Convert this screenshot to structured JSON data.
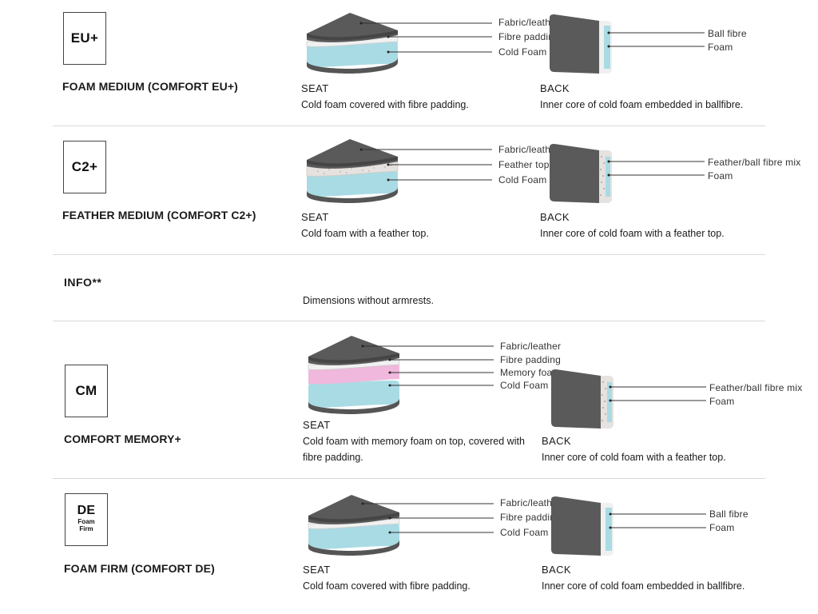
{
  "rows": [
    {
      "badge": {
        "code": "EU+",
        "sub": ""
      },
      "title": "FOAM MEDIUM (COMFORT EU+)",
      "seat": {
        "label": "SEAT",
        "desc": "Cold foam covered with fibre padding.",
        "callouts": [
          "Fabric/leather",
          "Fibre padding",
          "Cold Foam"
        ]
      },
      "back": {
        "label": "BACK",
        "desc": "Inner core of cold foam embedded in ballfibre.",
        "callouts": [
          "Ball fibre",
          "Foam"
        ]
      }
    },
    {
      "badge": {
        "code": "C2+",
        "sub": ""
      },
      "title": "FEATHER MEDIUM (COMFORT C2+)",
      "seat": {
        "label": "SEAT",
        "desc": "Cold foam with a feather top.",
        "callouts": [
          "Fabric/leather",
          "Feather top",
          "Cold Foam"
        ]
      },
      "back": {
        "label": "BACK",
        "desc": "Inner core of cold foam with a feather top.",
        "callouts": [
          "Feather/ball fibre mix",
          "Foam"
        ]
      }
    },
    {
      "badge": {
        "code": "CM",
        "sub": ""
      },
      "title": "COMFORT MEMORY+",
      "seat": {
        "label": "SEAT",
        "desc": "Cold foam with memory foam on top, covered with fibre padding.",
        "callouts": [
          "Fabric/leather",
          "Fibre padding",
          "Memory foam",
          "Cold Foam"
        ]
      },
      "back": {
        "label": "BACK",
        "desc": "Inner core of cold foam with a feather top.",
        "callouts": [
          "Feather/ball fibre mix",
          "Foam"
        ]
      }
    },
    {
      "badge": {
        "code": "DE",
        "sub": "Foam Firm"
      },
      "title": "FOAM FIRM (COMFORT DE)",
      "seat": {
        "label": "SEAT",
        "desc": "Cold foam covered with fibre padding.",
        "callouts": [
          "Fabric/leather",
          "Fibre padding",
          "Cold Foam"
        ]
      },
      "back": {
        "label": "BACK",
        "desc": "Inner core of cold foam embedded in ballfibre.",
        "callouts": [
          "Ball fibre",
          "Foam"
        ]
      }
    }
  ],
  "info": {
    "title": "INFO**",
    "text": "Dimensions without armrests."
  },
  "colors": {
    "cover": "#5a5a5a",
    "cover_dark": "#4a4a4a",
    "padding": "#ededed",
    "foam": "#a9dbe4",
    "foam_side": "#c5e8ee",
    "memory": "#efb8dc",
    "feather": "#e6e2df",
    "divider": "#d9d9d9"
  }
}
